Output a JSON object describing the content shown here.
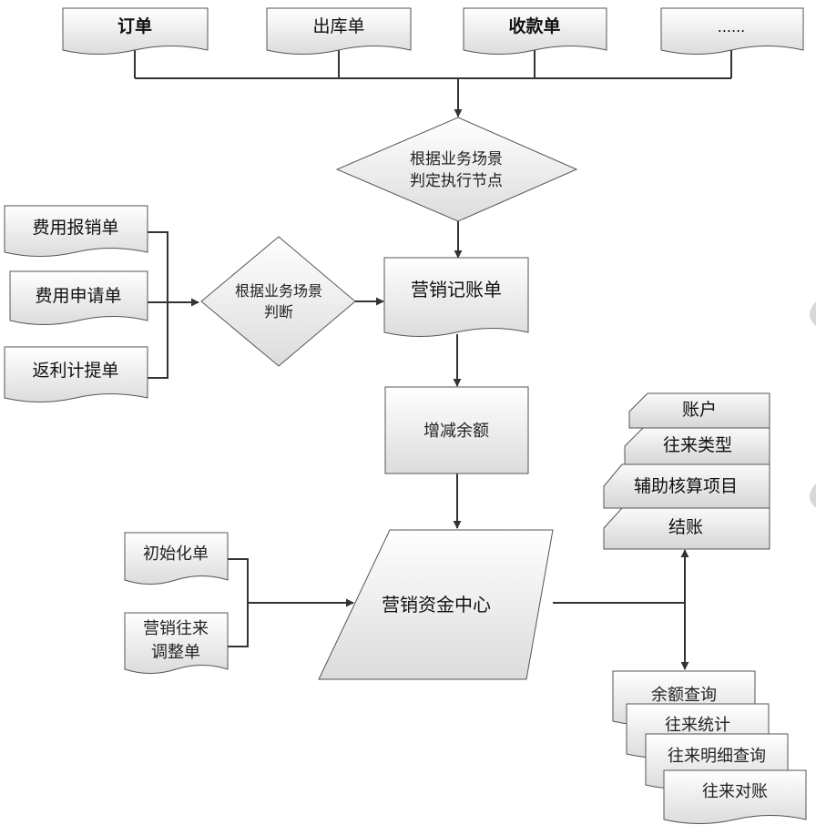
{
  "top_docs": [
    "订单",
    "出库单",
    "收款单",
    "......"
  ],
  "decision_top": [
    "根据业务场景",
    "判定执行节点"
  ],
  "left_docs": [
    "费用报销单",
    "费用申请单",
    "返利计提单"
  ],
  "decision_left": [
    "根据业务场景",
    "判断"
  ],
  "marketing_voucher": "营销记账单",
  "adjust_balance": "增减余额",
  "init_docs": [
    "初始化单",
    "营销往来",
    "调整单"
  ],
  "fund_center": "营销资金中心",
  "settings_cards": [
    "账户",
    "往来类型",
    "辅助核算项目",
    "结账"
  ],
  "query_docs": [
    "余额查询",
    "往来统计",
    "往来明细查询",
    "往来对账"
  ]
}
